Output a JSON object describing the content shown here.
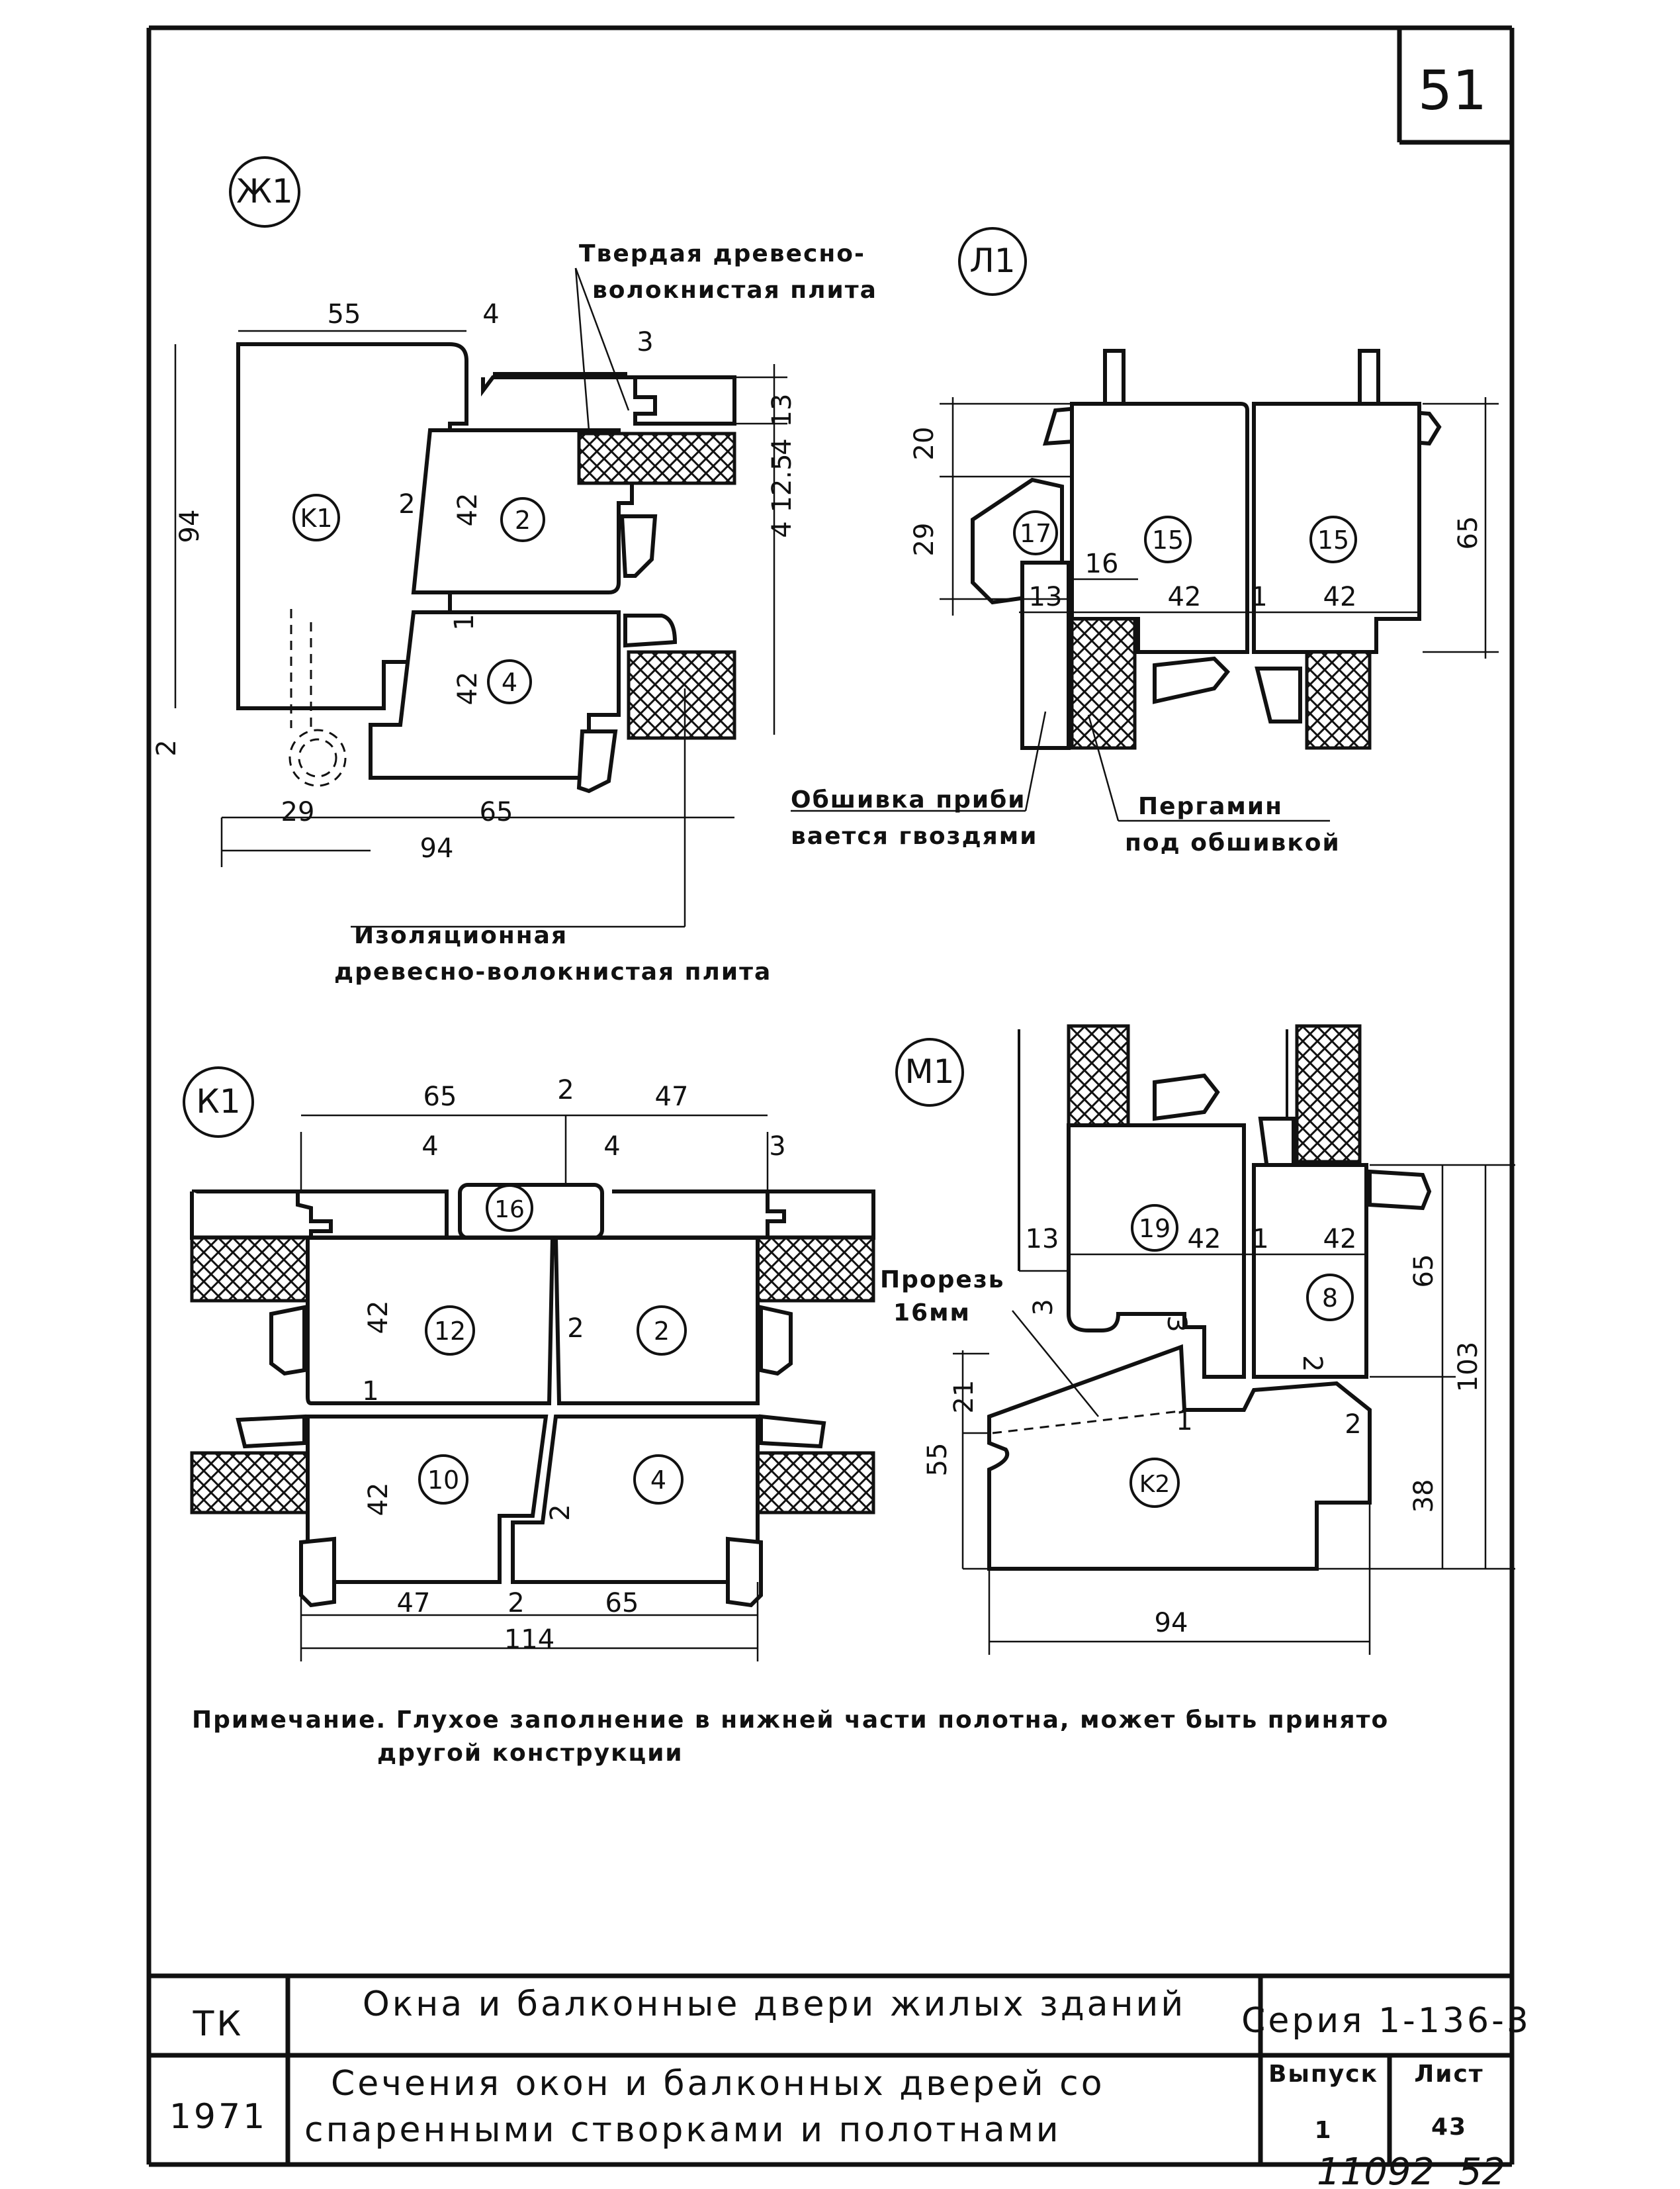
{
  "sheet": {
    "number": "51",
    "footer_note": "11092  52"
  },
  "details": {
    "zh1": {
      "title": "Ж1",
      "callout_top_line1": "Твердая древесно-",
      "callout_top_line2": "волокнистая плита",
      "callout_bottom_line1": "Изоляционная",
      "callout_bottom_line2": "древесно-волокнистая плита",
      "parts": [
        "K1",
        "2",
        "4"
      ],
      "dims": [
        "55",
        "4",
        "3",
        "13",
        "12.5",
        "4",
        "4",
        "94",
        "42",
        "2",
        "1",
        "42",
        "2",
        "29",
        "65",
        "94"
      ]
    },
    "l1": {
      "title": "Л1",
      "parts": [
        "17",
        "15",
        "15"
      ],
      "dims": [
        "20",
        "29",
        "16",
        "13",
        "42",
        "1",
        "42",
        "65"
      ],
      "callout_left_line1": "Обшивка приби",
      "callout_left_line2": "вается гвоздями",
      "callout_right_line1": "Пергамин",
      "callout_right_line2": "под обшивкой"
    },
    "k1": {
      "title": "К1",
      "parts": [
        "16",
        "12",
        "2",
        "10",
        "4"
      ],
      "dims": [
        "65",
        "2",
        "47",
        "4",
        "4",
        "3",
        "42",
        "2",
        "1",
        "42",
        "2",
        "47",
        "2",
        "65",
        "114"
      ]
    },
    "m1": {
      "title": "М1",
      "parts": [
        "19",
        "8",
        "K2"
      ],
      "dims": [
        "13",
        "42",
        "1",
        "42",
        "3",
        "3",
        "2",
        "21",
        "55",
        "1",
        "2",
        "65",
        "103",
        "38",
        "94"
      ],
      "callout_line1": "Прорезь",
      "callout_line2": "16мм"
    }
  },
  "note": {
    "line1": "Примечание. Глухое заполнение в нижней части полотна, может быть принято",
    "line2": "другой конструкции"
  },
  "title_block": {
    "org": "ТК",
    "year": "1971",
    "title1": "Окна и балконные двери жилых зданий",
    "title2_line1": "Сечения окон и балконных дверей со",
    "title2_line2": "спаренными створками и полотнами",
    "series": "Серия 1-136-3",
    "issue_label": "Выпуск",
    "issue_value": "1",
    "sheet_label": "Лист",
    "sheet_value": "43"
  }
}
